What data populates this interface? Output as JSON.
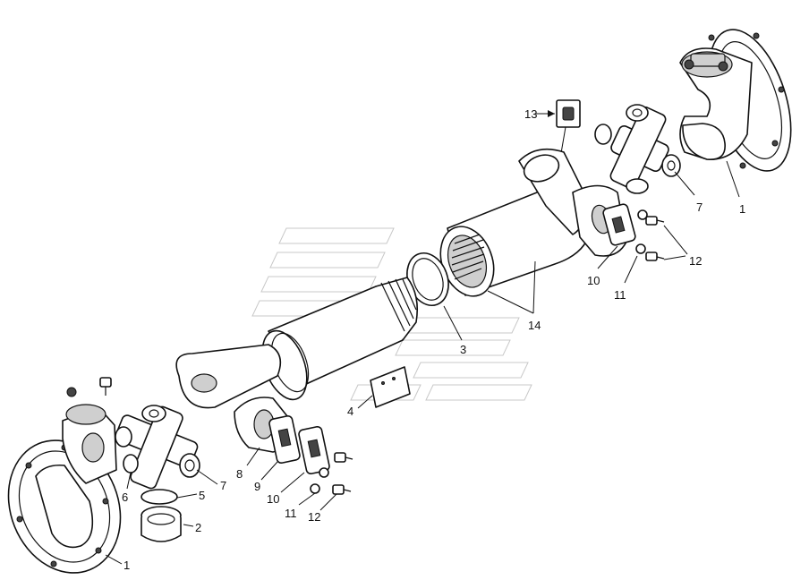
{
  "callouts": {
    "c1_top": "1",
    "c1_bottom": "1",
    "c2": "2",
    "c3": "3",
    "c4": "4",
    "c5": "5",
    "c6": "6",
    "c7_top": "7",
    "c7_bottom": "7",
    "c8": "8",
    "c9": "9",
    "c10_top": "10",
    "c10_bottom": "10",
    "c11_top": "11",
    "c11_bottom": "11",
    "c12_top": "12",
    "c12_bottom": "12",
    "c13": "13",
    "c14": "14"
  }
}
